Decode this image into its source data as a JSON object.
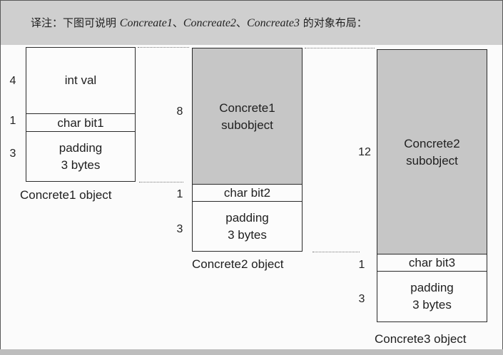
{
  "header": {
    "prefix": "译注：下图可说明 ",
    "class1": "Concreate1",
    "sep1": "、",
    "class2": "Concreate2",
    "sep2": "、",
    "class3": "Concreate3",
    "suffix": " 的对象布局："
  },
  "concrete1": {
    "caption": "Concrete1 object",
    "layers": [
      {
        "label": "int  val",
        "size": "4"
      },
      {
        "label": "char  bit1",
        "size": "1"
      },
      {
        "label": "padding\n3 bytes",
        "size": "3"
      }
    ]
  },
  "concrete2": {
    "caption": "Concrete2 object",
    "layers": [
      {
        "label": "Concrete1\nsubobject",
        "size": "8"
      },
      {
        "label": "char  bit2",
        "size": "1"
      },
      {
        "label": "padding\n3 bytes",
        "size": "3"
      }
    ]
  },
  "concrete3": {
    "caption": "Concrete3 object",
    "layers": [
      {
        "label": "Concrete2\nsubobject",
        "size": "12"
      },
      {
        "label": "char  bit3",
        "size": "1"
      },
      {
        "label": "padding\n3 bytes",
        "size": "3"
      }
    ]
  }
}
